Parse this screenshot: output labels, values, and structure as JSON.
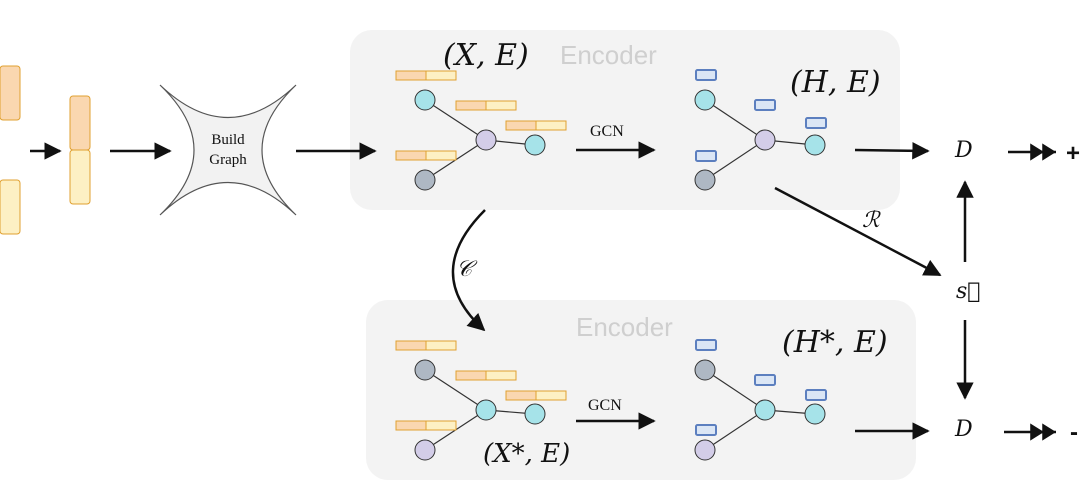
{
  "build_graph": {
    "line1": "Build",
    "line2": "Graph"
  },
  "top_encoder": {
    "title": "Encoder",
    "input_label": "(X, E)",
    "operation": "GCN",
    "output_label": "(H, E)"
  },
  "bottom_encoder": {
    "title": "Encoder",
    "input_label": "(X*, E)",
    "operation": "GCN",
    "output_label": "(H*, E)"
  },
  "corruption_label": "𝒞",
  "readout_label": "ℛ",
  "summary_label": "s⃗",
  "discriminator_top": "D",
  "discriminator_bottom": "D",
  "positive_sign": "+",
  "negative_sign": "-",
  "colors": {
    "feature_orange": "#fad7b0",
    "feature_yellow": "#fdf0c4",
    "feature_border": "#e0a030",
    "node_teal": "#a6e3e9",
    "node_purple": "#d3cde8",
    "node_gray": "#aeb8c4",
    "embedding_border": "#5c7fbf",
    "encoder_bg": "#f3f3f3"
  }
}
